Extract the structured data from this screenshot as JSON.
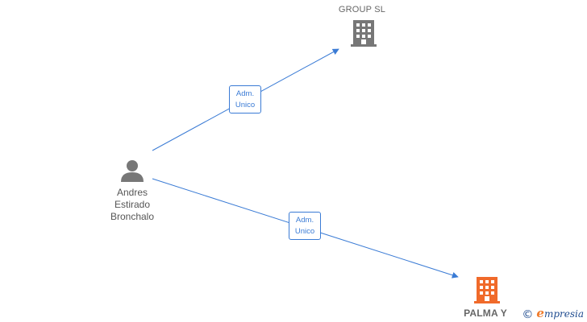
{
  "nodes": {
    "person": {
      "name_line1": "Andres",
      "name_line2": "Estirado",
      "name_line3": "Bronchalo"
    },
    "company_top": {
      "name": "GROUP  SL"
    },
    "company_bottom": {
      "name": "PALMA Y"
    }
  },
  "edges": [
    {
      "line1": "Adm.",
      "line2": "Unico"
    },
    {
      "line1": "Adm.",
      "line2": "Unico"
    }
  ],
  "brand": {
    "symbol": "©",
    "initial": "e",
    "rest": "mpresia"
  },
  "colors": {
    "edge": "#3a7bd5",
    "person_icon": "#777777",
    "company_icon": "#777777",
    "company_highlight": "#f06a2a"
  }
}
